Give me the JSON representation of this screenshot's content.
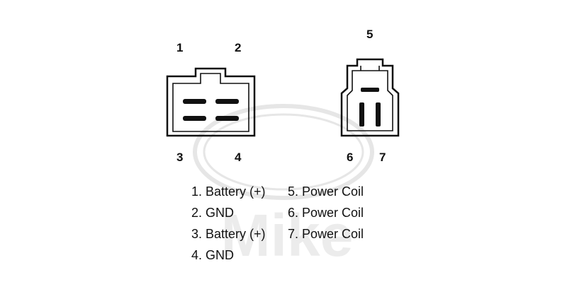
{
  "watermark": {
    "text": "Mike",
    "color": "#e6e6e6"
  },
  "colors": {
    "ink": "#111111"
  },
  "pin_labels": {
    "p1": "1",
    "p2": "2",
    "p3": "3",
    "p4": "4",
    "p5": "5",
    "p6": "6",
    "p7": "7"
  },
  "legend": {
    "left": [
      "1. Battery (+)",
      "2. GND",
      "3. Battery (+)",
      "4. GND"
    ],
    "right": [
      "5. Power Coil",
      "6. Power Coil",
      "7. Power Coil"
    ]
  }
}
